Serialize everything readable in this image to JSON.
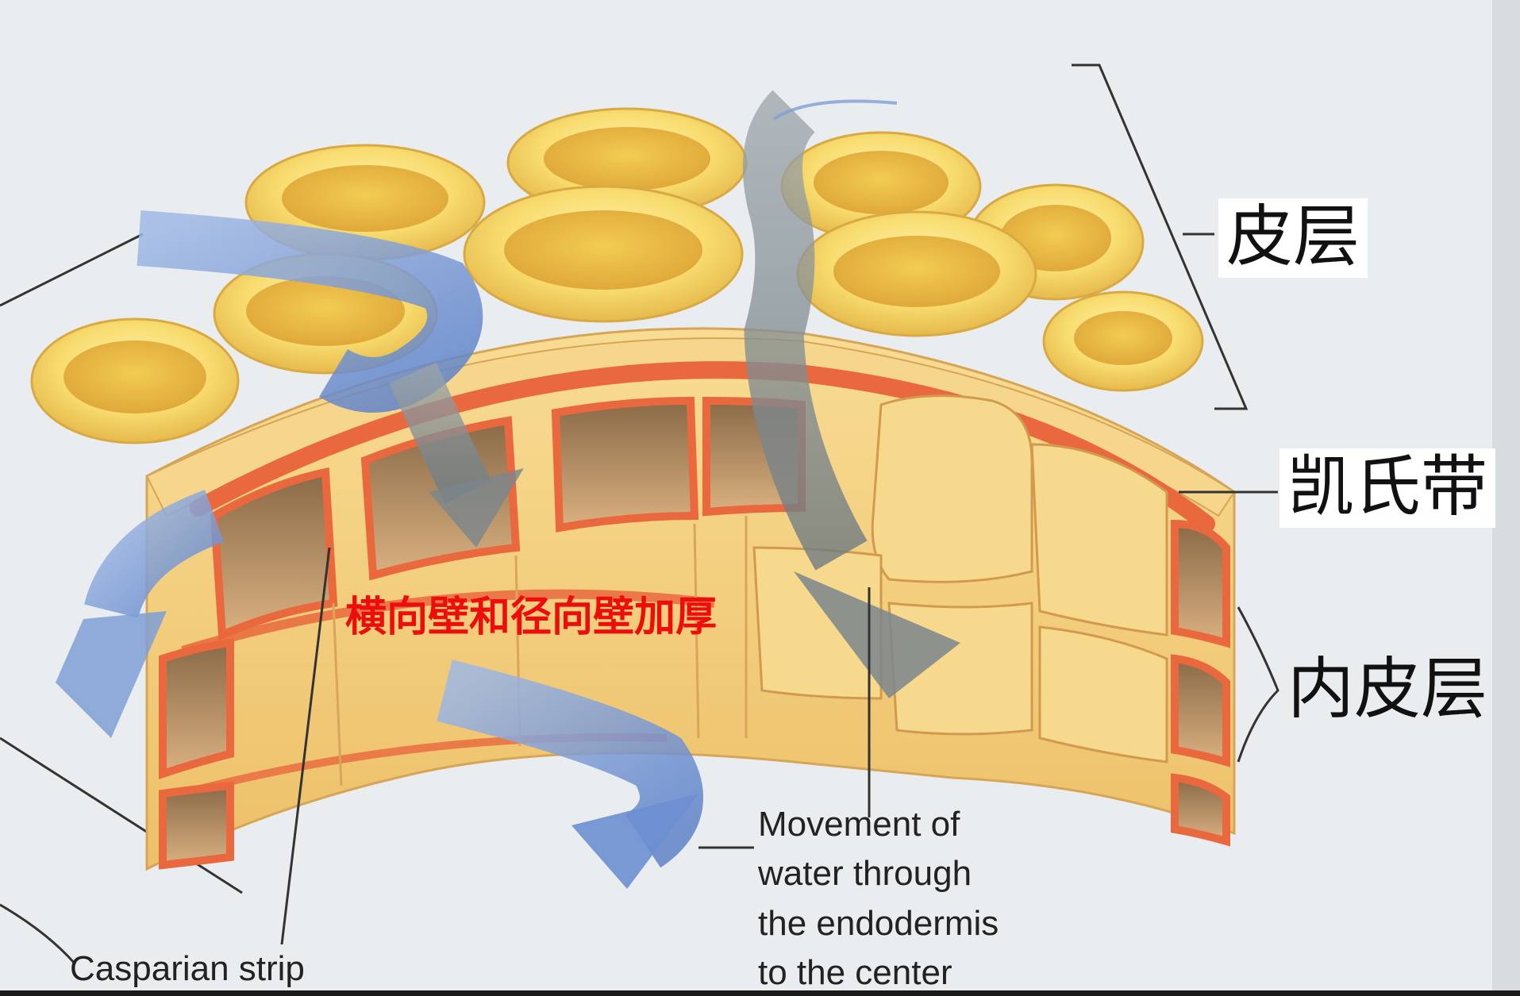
{
  "labels": {
    "cortex": "皮层",
    "casparian_band": "凯氏带",
    "endodermis": "内皮层",
    "wall_thickening": "横向壁和径向壁加厚",
    "casparian_strip": "Casparian strip",
    "water_movement": [
      "Movement of",
      "water through",
      "the endodermis",
      "to the center"
    ]
  },
  "colors": {
    "cortex_cell": "#f6d86a",
    "endodermis_cell": "#f3c878",
    "casparian_strip": "#e9683e",
    "water_arrow": "#7f9fd6",
    "annotation_red": "#ee0d0d",
    "background": "#e9edf0"
  }
}
